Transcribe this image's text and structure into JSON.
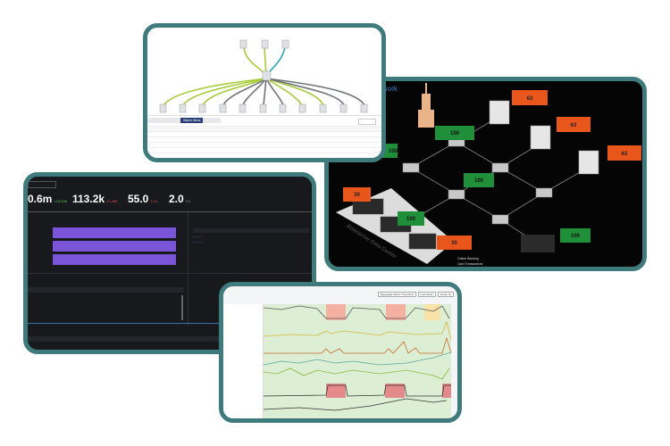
{
  "topology": {
    "tab_active": "Watch Items",
    "rows": 6
  },
  "network": {
    "title": "work",
    "datacenter_label": "Enterprise Data Center",
    "caption_lines": [
      "Online Banking",
      "Card Transactions"
    ],
    "orange_status": [
      "63",
      "63",
      "63",
      "30",
      "30"
    ],
    "green_status": [
      "100",
      "100",
      "100",
      "100",
      "100"
    ],
    "colors": {
      "orange": "#e8561c",
      "green": "#1f8f3a"
    }
  },
  "dashboard": {
    "stats": [
      {
        "value": "0.6m",
        "change": "+15.63K",
        "change_color": "#5cc45c"
      },
      {
        "value": "113.2k",
        "change": "13.48K",
        "change_color": "#e04848"
      },
      {
        "value": "55.0",
        "change": "12.0",
        "change_color": "#e04848"
      },
      {
        "value": "2.0",
        "change": "0.0",
        "change_color": "#999999"
      }
    ],
    "bar_chart": {
      "values": [
        1.0,
        1.0,
        1.0
      ],
      "max": 1.0,
      "color": "#7b55d9"
    },
    "link_rows": 2
  },
  "metrics": {
    "toolbar_buttons": [
      "Aggregate Metric Threshold",
      "Last Week",
      "Group by"
    ],
    "chart_rows": 7
  }
}
